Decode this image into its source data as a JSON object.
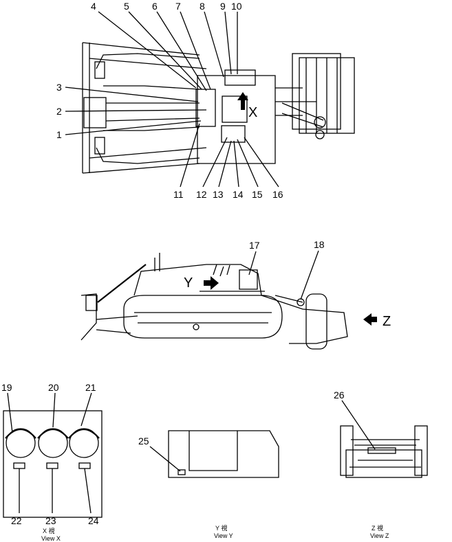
{
  "callouts": [
    "1",
    "2",
    "3",
    "4",
    "5",
    "6",
    "7",
    "8",
    "9",
    "10",
    "11",
    "12",
    "13",
    "14",
    "15",
    "16",
    "17",
    "18",
    "19",
    "20",
    "21",
    "22",
    "23",
    "24",
    "25",
    "26"
  ],
  "markers": {
    "x": "X",
    "y": "Y",
    "z": "Z"
  },
  "views": {
    "x": {
      "jp": "X 視",
      "en": "View X"
    },
    "y": {
      "jp": "Y 視",
      "en": "View Y"
    },
    "z": {
      "jp": "Z 視",
      "en": "View Z"
    }
  }
}
